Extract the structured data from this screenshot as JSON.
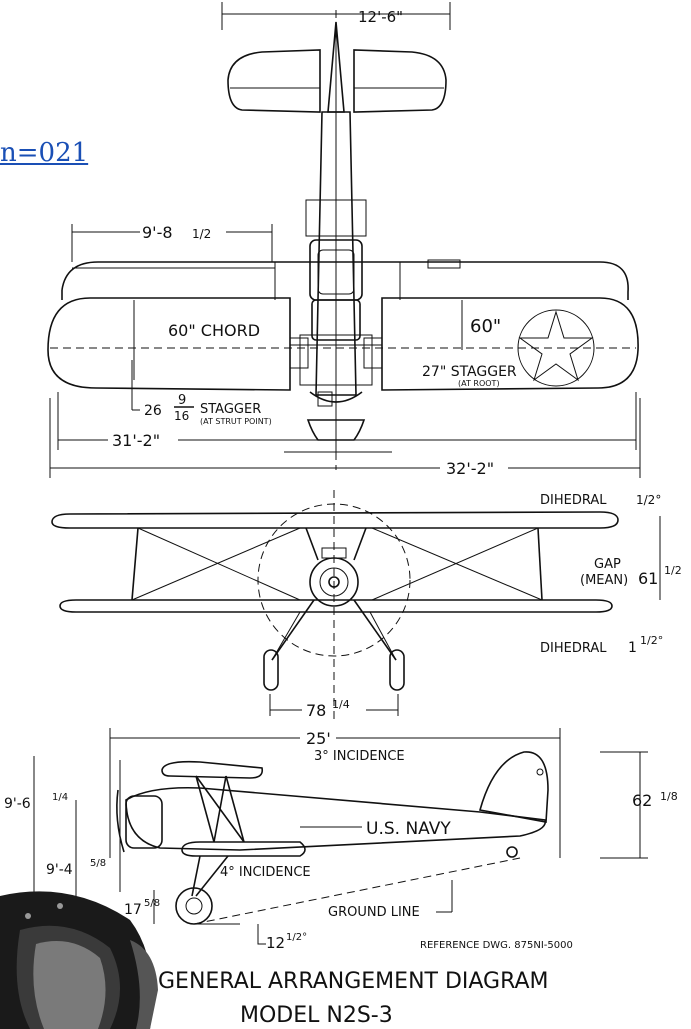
{
  "link_fragment": "n=021",
  "top_view": {
    "tail_span": "12'-6\"",
    "upper_wing_panel": "9'-8 1/2\"",
    "upper_wing_panel_whole": "9'-8",
    "upper_wing_panel_frac": "1/2",
    "chord_label": "60\" CHORD",
    "chord_right": "60\"",
    "stagger_root": "27\" STAGGER",
    "stagger_root_note": "(AT ROOT)",
    "stagger_strut_whole": "26",
    "stagger_strut_num": "9",
    "stagger_strut_den": "16",
    "stagger_strut_label": "STAGGER",
    "stagger_strut_note": "(AT STRUT POINT)",
    "lower_span": "31'-2\"",
    "upper_span": "32'-2\""
  },
  "front_view": {
    "dihedral_upper_label": "DIHEDRAL",
    "dihedral_upper_frac": "1/2°",
    "gap_label": "GAP",
    "gap_mean": "(MEAN)",
    "gap_value": "61 1/2\"",
    "gap_whole": "61",
    "gap_frac": "1/2",
    "dihedral_lower_label": "DIHEDRAL",
    "dihedral_lower_whole": "1",
    "dihedral_lower_frac": "1/2°",
    "track_whole": "78",
    "track_frac": "1/4"
  },
  "side_view": {
    "length": "25'",
    "upper_incidence": "3° INCIDENCE",
    "height_left_whole": "9'-6",
    "height_left_frac": "1/4",
    "height_prop_whole": "9'-4",
    "height_prop_frac": "5/8",
    "height_right_whole": "62",
    "height_right_frac": "1/8",
    "markings": "U.S. NAVY",
    "lower_incidence": "4° INCIDENCE",
    "wheel_whole": "17",
    "wheel_frac": "5/8",
    "ground_line": "GROUND LINE",
    "ground_angle_whole": "12",
    "ground_angle_frac": "1/2°"
  },
  "footer": {
    "reference": "REFERENCE DWG. 875NI-5000",
    "title": "GENERAL ARRANGEMENT DIAGRAM",
    "model": "MODEL N2S-3"
  }
}
